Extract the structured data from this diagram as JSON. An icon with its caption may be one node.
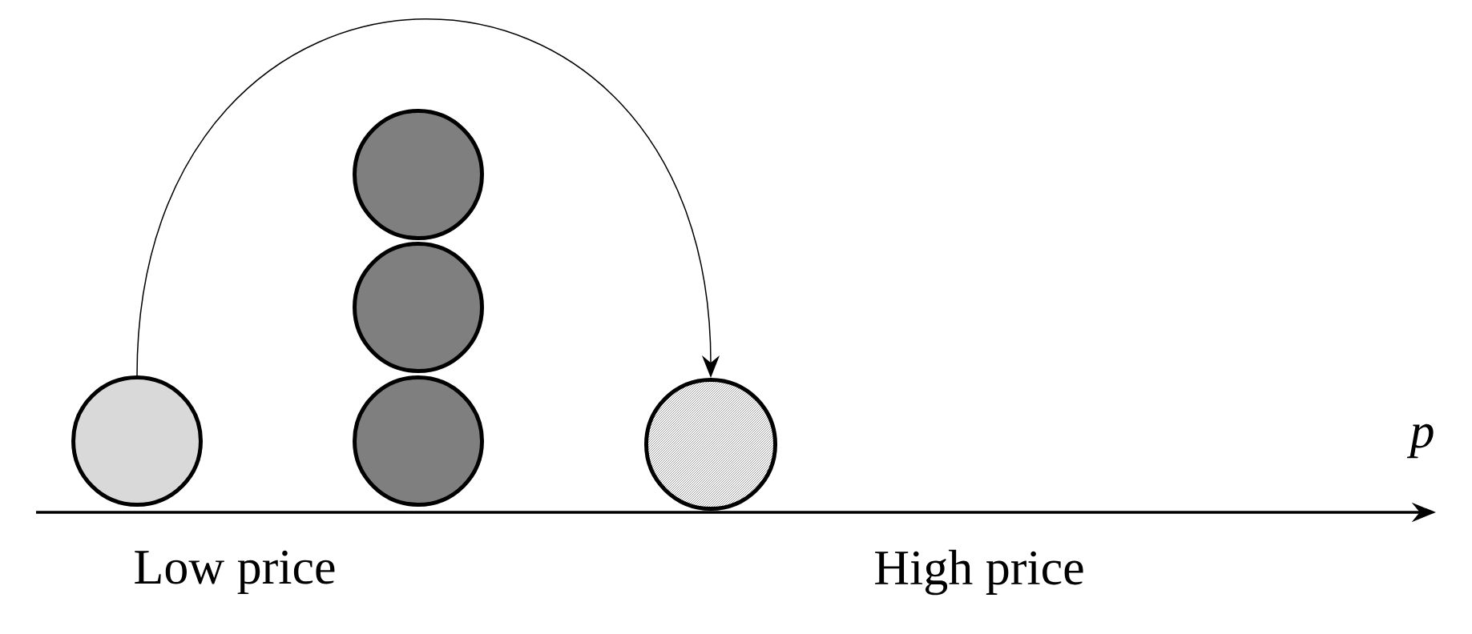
{
  "diagram": {
    "nodes": [
      {
        "text": [],
        "shape": "circle"
      },
      {
        "text": [],
        "shape": "circle"
      },
      {
        "text": [],
        "shape": "circle"
      },
      {
        "text": [],
        "shape": "circle"
      },
      {
        "text": [],
        "shape": "circle"
      }
    ],
    "edges": [
      {
        "from": 0,
        "to": 4,
        "arrow": "to"
      }
    ],
    "labels": [
      "p",
      "Low price",
      "High price"
    ]
  }
}
